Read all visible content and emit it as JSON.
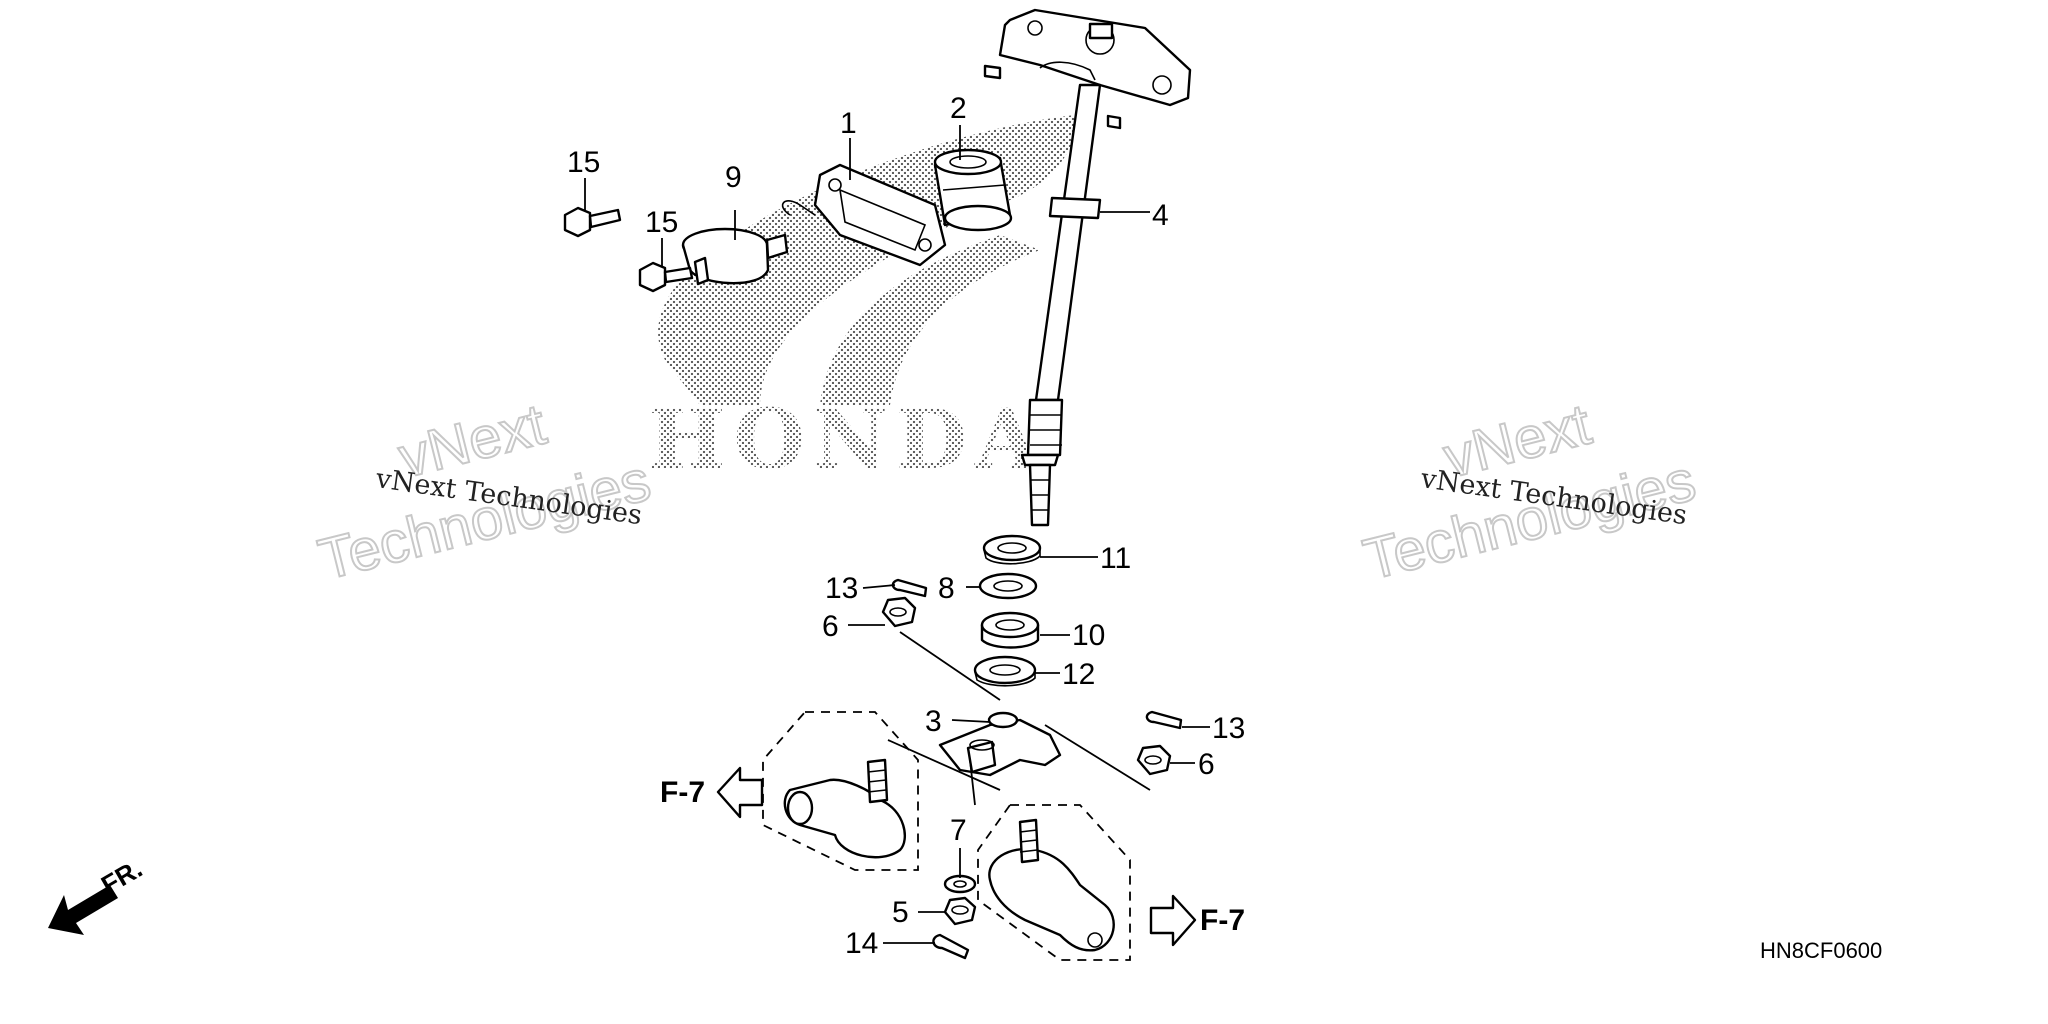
{
  "diagram": {
    "code": "HN8CF0600",
    "front_marker": "FR.",
    "reference_left": "F-7",
    "reference_right": "F-7",
    "logo_text": "HONDA",
    "watermarks": [
      {
        "small": "vNext Technologies",
        "big_top": "vNext",
        "big_bottom": "Technologies"
      },
      {
        "small": "vNext Technologies",
        "big_top": "vNext",
        "big_bottom": "Technologies"
      }
    ],
    "callouts": [
      {
        "id": "c1",
        "label": "1"
      },
      {
        "id": "c2",
        "label": "2"
      },
      {
        "id": "c3",
        "label": "3"
      },
      {
        "id": "c4",
        "label": "4"
      },
      {
        "id": "c5",
        "label": "5"
      },
      {
        "id": "c6a",
        "label": "6"
      },
      {
        "id": "c6b",
        "label": "6"
      },
      {
        "id": "c7",
        "label": "7"
      },
      {
        "id": "c8",
        "label": "8"
      },
      {
        "id": "c9",
        "label": "9"
      },
      {
        "id": "c10",
        "label": "10"
      },
      {
        "id": "c11",
        "label": "11"
      },
      {
        "id": "c12",
        "label": "12"
      },
      {
        "id": "c13a",
        "label": "13"
      },
      {
        "id": "c13b",
        "label": "13"
      },
      {
        "id": "c14",
        "label": "14"
      },
      {
        "id": "c15a",
        "label": "15"
      },
      {
        "id": "c15b",
        "label": "15"
      }
    ]
  }
}
